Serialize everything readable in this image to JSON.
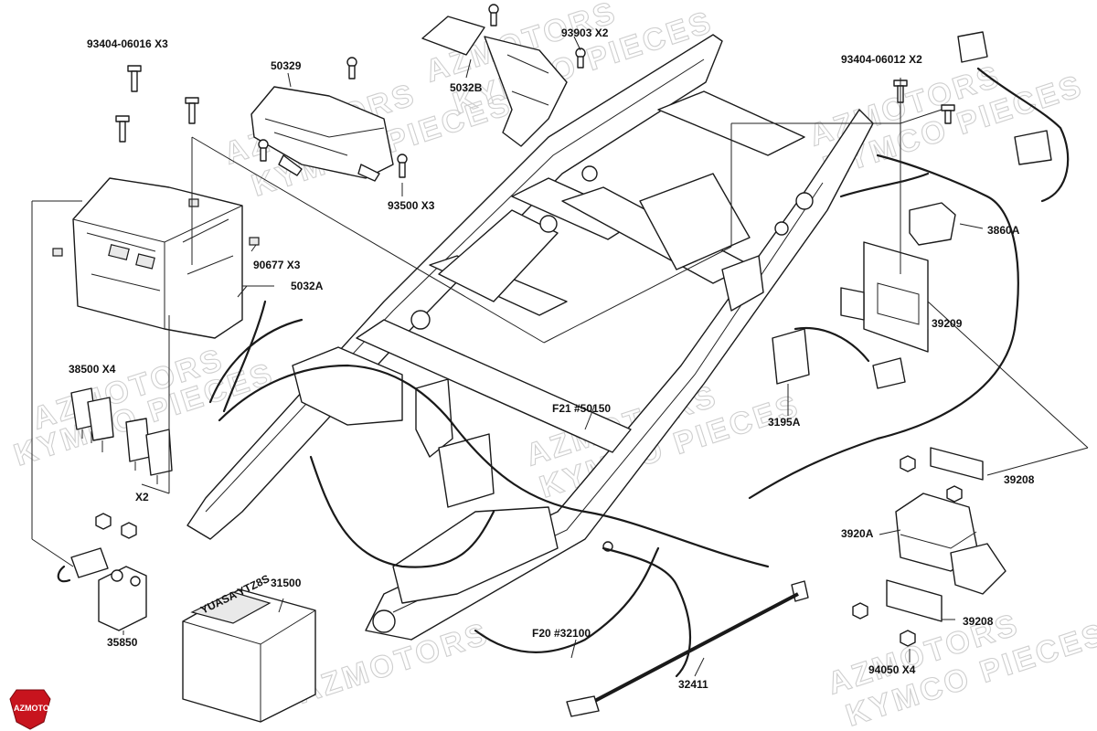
{
  "watermark": {
    "line1": "AZMOTORS",
    "line2": "KYMCO PIECES"
  },
  "logo": {
    "text": "AZMOTORS",
    "color": "#c8141e"
  },
  "labels": {
    "p93404_06016": "93404-06016 X3",
    "p50329": "50329",
    "p5032B": "5032B",
    "p93903": "93903  X2",
    "p93404_06012": "93404-06012 X2",
    "p93500": "93500    X3",
    "p90677": "90677  X3",
    "p5032A": "5032A",
    "p3860A": "3860A",
    "p39209": "39209",
    "p38500": "38500 X4",
    "x2": "X2",
    "f21": "F21 #50150",
    "p3195A": "3195A",
    "p39208a": "39208",
    "p3920A": "3920A",
    "p39208b": "39208",
    "p31500": "31500",
    "p35850": "35850",
    "f20": "F20 #32100",
    "p32411": "32411",
    "p94050": "94050  X4",
    "battery_brand": "YUASA YTZ8S"
  }
}
